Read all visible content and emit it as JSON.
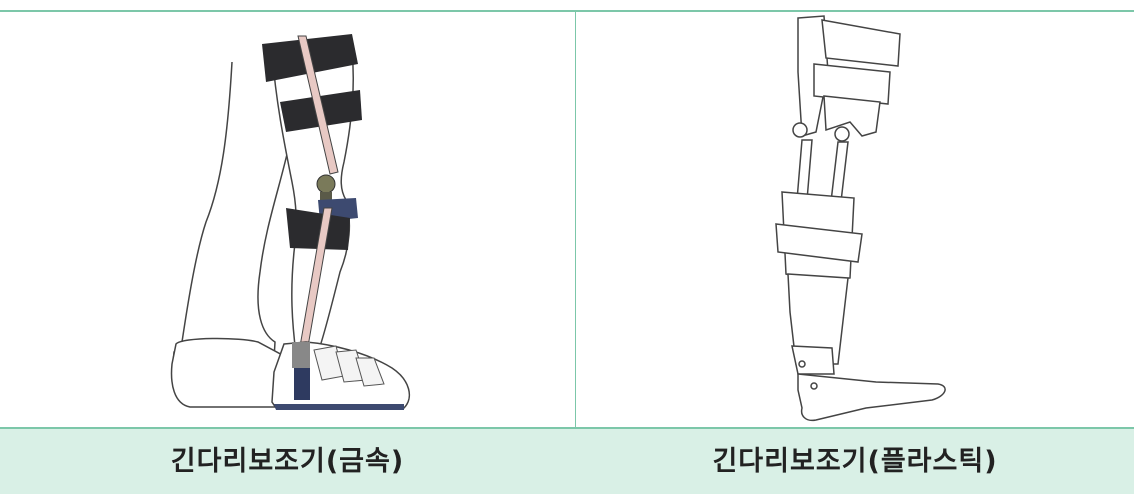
{
  "table": {
    "columns": [
      {
        "caption": "긴다리보조기(금속)",
        "illustration": "metal-knee-ankle-foot-orthosis"
      },
      {
        "caption": "긴다리보조기(플라스틱)",
        "illustration": "plastic-knee-ankle-foot-orthosis"
      }
    ]
  },
  "colors": {
    "border": "#7cc7a9",
    "caption_background": "#d9f0e6",
    "strap": "#2b2b2e",
    "metal_bar": "#e8c9c4",
    "ankle_cuff": "#3d4a70"
  }
}
